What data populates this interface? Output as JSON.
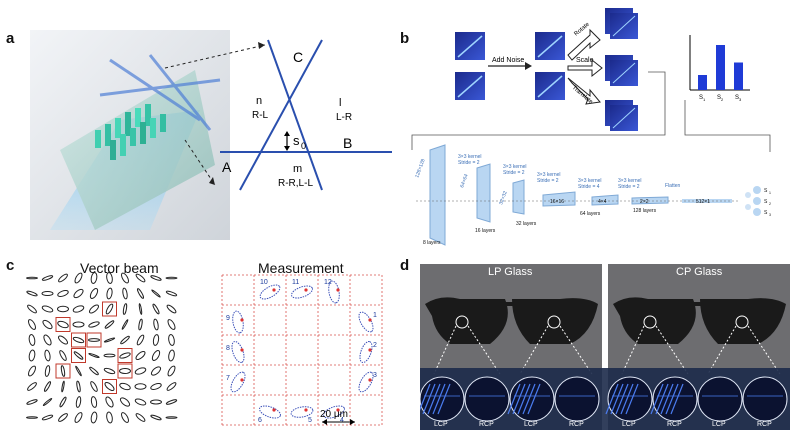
{
  "panel_labels": {
    "a": "a",
    "b": "b",
    "c": "c",
    "d": "d"
  },
  "panel_a": {
    "vertex_c": "C",
    "vertex_a": "A",
    "vertex_b": "B",
    "left_side": "n",
    "left_side_sub": "R-L",
    "right_side": "l",
    "right_side_sub": "L-R",
    "bottom_side": "m",
    "bottom_side_sub": "R-R,L-L",
    "offset_symbol": "s",
    "offset_sub": "0"
  },
  "panel_b": {
    "add_noise": "Add Noise",
    "rotate": "Rotate",
    "scale": "Scale",
    "translate": "Translate",
    "bar_chart": {
      "labels": [
        "S",
        "S",
        "S"
      ],
      "label_subs": [
        "1",
        "2",
        "3"
      ],
      "values": [
        0.3,
        0.9,
        0.55
      ]
    },
    "cnn": {
      "in_size": "128×128",
      "k1": "3×3 kernel",
      "st1": "Stride = 2",
      "s1": "64×64",
      "l1": "8 layers",
      "k2": "3×3 kernel",
      "st2": "Stride = 2",
      "s2": "32×32",
      "l2": "16 layers",
      "k3": "3×3 kernel",
      "st3": "Stride = 2",
      "s3": "16×16",
      "l3": "32 layers",
      "k4": "3×3 kernel",
      "st4": "Stride = 4",
      "s4": "4×4",
      "l4": "64 layers",
      "k5": "3×3 kernel",
      "st5": "Stride = 2",
      "s5": "2×2",
      "l5": "128 layers",
      "flatten": "Flatten",
      "fc": "512×1",
      "out": [
        "S",
        "S",
        "S"
      ],
      "out_subs": [
        "1",
        "2",
        "3"
      ]
    }
  },
  "panel_c": {
    "left_title": "Vector beam",
    "right_title": "Measurement",
    "scalebar": "20 μm",
    "cell_numbers": [
      "10",
      "11",
      "12",
      "1",
      "2",
      "3",
      "4",
      "5",
      "6",
      "7",
      "8",
      "9"
    ]
  },
  "panel_d": {
    "left_title": "LP Glass",
    "right_title": "CP Glass",
    "lens_labels": [
      "LCP",
      "RCP",
      "LCP",
      "RCP",
      "LCP",
      "RCP",
      "LCP",
      "RCP"
    ]
  },
  "colors": {
    "blue_text": "#1a3a9c",
    "red_grid": "#d9534f",
    "bar_blue": "#1f3bd6",
    "cyan": "#4fb3e8"
  }
}
